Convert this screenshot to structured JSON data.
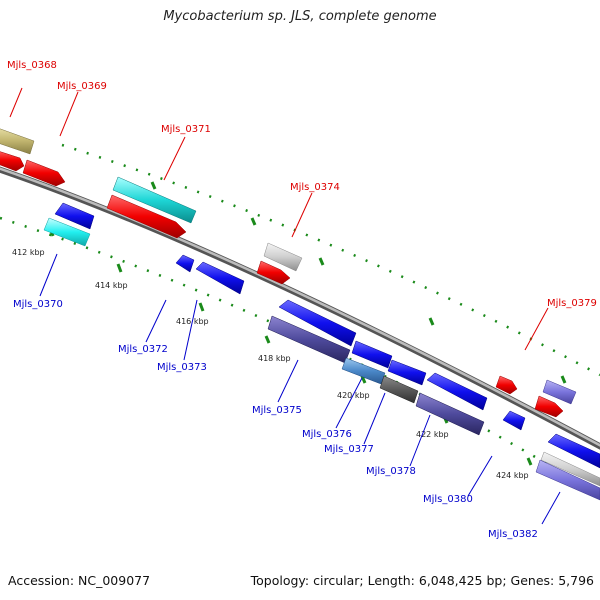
{
  "title": "Mycobacterium sp. JLS, complete genome",
  "footer": {
    "accession": "Accession: NC_009077",
    "summary": "Topology: circular; Length: 6,048,425 bp; Genes: 5,796"
  },
  "colors": {
    "forward_label": "#dd0000",
    "reverse_label": "#0000cc",
    "backbone": "#8a8a8a",
    "tick": "#1a8a1a"
  },
  "ticks": [
    {
      "label": "412 kbp"
    },
    {
      "label": "414 kbp"
    },
    {
      "label": "416 kbp"
    },
    {
      "label": "418 kbp"
    },
    {
      "label": "420 kbp"
    },
    {
      "label": "422 kbp"
    },
    {
      "label": "424 kbp"
    }
  ],
  "gene_labels": [
    {
      "name": "Mjls_0368",
      "strand": "forward"
    },
    {
      "name": "Mjls_0369",
      "strand": "forward"
    },
    {
      "name": "Mjls_0371",
      "strand": "forward"
    },
    {
      "name": "Mjls_0374",
      "strand": "forward"
    },
    {
      "name": "Mjls_0379",
      "strand": "forward"
    },
    {
      "name": "Mjls_0370",
      "strand": "reverse"
    },
    {
      "name": "Mjls_0372",
      "strand": "reverse"
    },
    {
      "name": "Mjls_0373",
      "strand": "reverse"
    },
    {
      "name": "Mjls_0375",
      "strand": "reverse"
    },
    {
      "name": "Mjls_0376",
      "strand": "reverse"
    },
    {
      "name": "Mjls_0377",
      "strand": "reverse"
    },
    {
      "name": "Mjls_0378",
      "strand": "reverse"
    },
    {
      "name": "Mjls_0380",
      "strand": "reverse"
    },
    {
      "name": "Mjls_0382",
      "strand": "reverse"
    }
  ]
}
